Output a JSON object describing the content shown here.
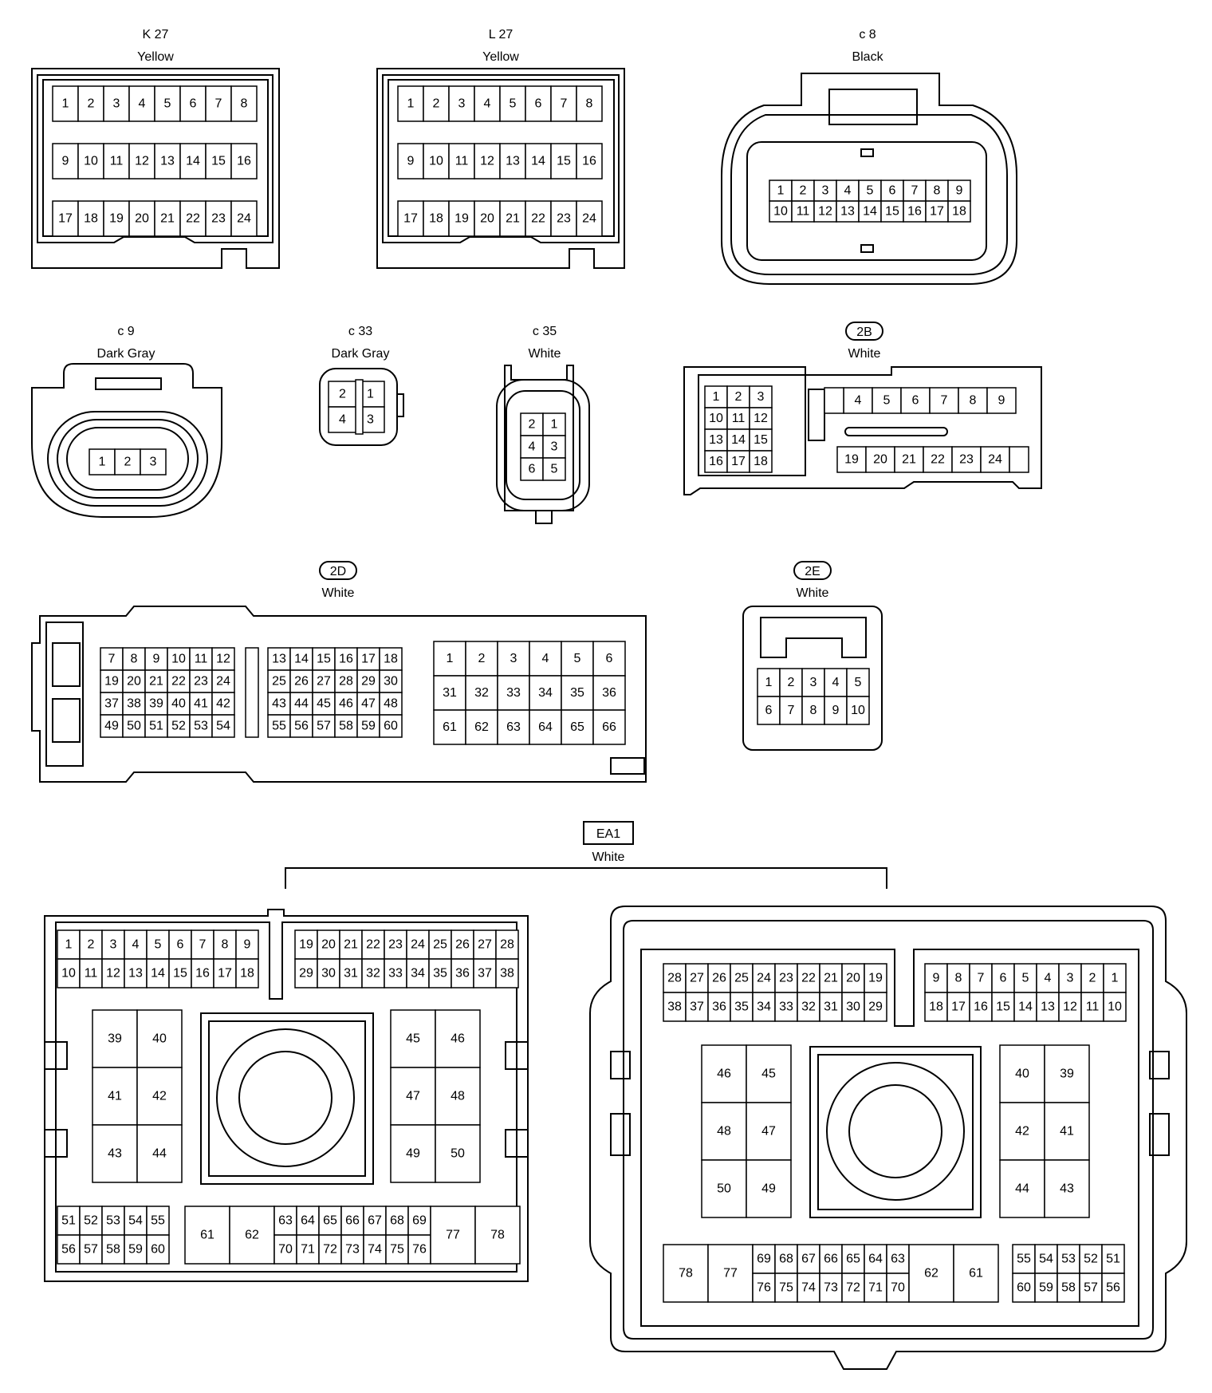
{
  "connectors": {
    "k27": {
      "code": "K 27",
      "color": "Yellow"
    },
    "l27": {
      "code": "L 27",
      "color": "Yellow"
    },
    "c8": {
      "code": "c 8",
      "color": "Black"
    },
    "c9": {
      "code": "c 9",
      "color": "Dark Gray"
    },
    "c33": {
      "code": "c 33",
      "color": "Dark Gray"
    },
    "c35": {
      "code": "c 35",
      "color": "White"
    },
    "2b": {
      "code": "2B",
      "color": "White"
    },
    "2d": {
      "code": "2D",
      "color": "White"
    },
    "2e": {
      "code": "2E",
      "color": "White"
    },
    "ea1": {
      "code": "EA1",
      "color": "White"
    }
  },
  "pins": {
    "k27": [
      [
        "1",
        "2",
        "3",
        "4",
        "5",
        "6",
        "7",
        "8"
      ],
      [
        "9",
        "10",
        "11",
        "12",
        "13",
        "14",
        "15",
        "16"
      ],
      [
        "17",
        "18",
        "19",
        "20",
        "21",
        "22",
        "23",
        "24"
      ]
    ],
    "l27": [
      [
        "1",
        "2",
        "3",
        "4",
        "5",
        "6",
        "7",
        "8"
      ],
      [
        "9",
        "10",
        "11",
        "12",
        "13",
        "14",
        "15",
        "16"
      ],
      [
        "17",
        "18",
        "19",
        "20",
        "21",
        "22",
        "23",
        "24"
      ]
    ],
    "c8": [
      [
        "1",
        "2",
        "3",
        "4",
        "5",
        "6",
        "7",
        "8",
        "9"
      ],
      [
        "10",
        "11",
        "12",
        "13",
        "14",
        "15",
        "16",
        "17",
        "18"
      ]
    ],
    "c9": [
      [
        "1",
        "2",
        "3"
      ]
    ],
    "c33": [
      [
        "2",
        "1"
      ],
      [
        "4",
        "3"
      ]
    ],
    "c35": [
      [
        "2",
        "1"
      ],
      [
        "4",
        "3"
      ],
      [
        "6",
        "5"
      ]
    ],
    "b2_left": [
      [
        "1",
        "2",
        "3"
      ],
      [
        "10",
        "11",
        "12"
      ],
      [
        "13",
        "14",
        "15"
      ],
      [
        "16",
        "17",
        "18"
      ]
    ],
    "b2_top": [
      [
        "4",
        "5",
        "6",
        "7",
        "8",
        "9"
      ]
    ],
    "b2_bottom": [
      [
        "19",
        "20",
        "21",
        "22",
        "23",
        "24"
      ]
    ],
    "d2_a": [
      [
        "7",
        "8",
        "9",
        "10",
        "11",
        "12"
      ],
      [
        "19",
        "20",
        "21",
        "22",
        "23",
        "24"
      ],
      [
        "37",
        "38",
        "39",
        "40",
        "41",
        "42"
      ],
      [
        "49",
        "50",
        "51",
        "52",
        "53",
        "54"
      ]
    ],
    "d2_b": [
      [
        "13",
        "14",
        "15",
        "16",
        "17",
        "18"
      ],
      [
        "25",
        "26",
        "27",
        "28",
        "29",
        "30"
      ],
      [
        "43",
        "44",
        "45",
        "46",
        "47",
        "48"
      ],
      [
        "55",
        "56",
        "57",
        "58",
        "59",
        "60"
      ]
    ],
    "d2_c": [
      [
        "1",
        "2",
        "3",
        "4",
        "5",
        "6"
      ],
      [
        "31",
        "32",
        "33",
        "34",
        "35",
        "36"
      ],
      [
        "61",
        "62",
        "63",
        "64",
        "65",
        "66"
      ]
    ],
    "e2": [
      [
        "1",
        "2",
        "3",
        "4",
        "5"
      ],
      [
        "6",
        "7",
        "8",
        "9",
        "10"
      ]
    ],
    "ea1_l_top1": [
      [
        "1",
        "2",
        "3",
        "4",
        "5",
        "6",
        "7",
        "8",
        "9"
      ],
      [
        "10",
        "11",
        "12",
        "13",
        "14",
        "15",
        "16",
        "17",
        "18"
      ]
    ],
    "ea1_l_top2": [
      [
        "19",
        "20",
        "21",
        "22",
        "23",
        "24",
        "25",
        "26",
        "27",
        "28"
      ],
      [
        "29",
        "30",
        "31",
        "32",
        "33",
        "34",
        "35",
        "36",
        "37",
        "38"
      ]
    ],
    "ea1_l_mid1": [
      [
        "39",
        "40"
      ],
      [
        "41",
        "42"
      ],
      [
        "43",
        "44"
      ]
    ],
    "ea1_l_mid2": [
      [
        "45",
        "46"
      ],
      [
        "47",
        "48"
      ],
      [
        "49",
        "50"
      ]
    ],
    "ea1_l_bot1": [
      [
        "51",
        "52",
        "53",
        "54",
        "55"
      ],
      [
        "56",
        "57",
        "58",
        "59",
        "60"
      ]
    ],
    "ea1_l_bot2a": [
      [
        "61",
        "62"
      ]
    ],
    "ea1_l_bot2b": [
      [
        "63",
        "64",
        "65",
        "66",
        "67",
        "68",
        "69"
      ],
      [
        "70",
        "71",
        "72",
        "73",
        "74",
        "75",
        "76"
      ]
    ],
    "ea1_l_bot2c": [
      [
        "77",
        "78"
      ]
    ],
    "ea1_r_top1": [
      [
        "28",
        "27",
        "26",
        "25",
        "24",
        "23",
        "22",
        "21",
        "20",
        "19"
      ],
      [
        "38",
        "37",
        "36",
        "35",
        "34",
        "33",
        "32",
        "31",
        "30",
        "29"
      ]
    ],
    "ea1_r_top2": [
      [
        "9",
        "8",
        "7",
        "6",
        "5",
        "4",
        "3",
        "2",
        "1"
      ],
      [
        "18",
        "17",
        "16",
        "15",
        "14",
        "13",
        "12",
        "11",
        "10"
      ]
    ],
    "ea1_r_mid1": [
      [
        "46",
        "45"
      ],
      [
        "48",
        "47"
      ],
      [
        "50",
        "49"
      ]
    ],
    "ea1_r_mid2": [
      [
        "40",
        "39"
      ],
      [
        "42",
        "41"
      ],
      [
        "44",
        "43"
      ]
    ],
    "ea1_r_bot1a": [
      [
        "78",
        "77"
      ]
    ],
    "ea1_r_bot1b": [
      [
        "69",
        "68",
        "67",
        "66",
        "65",
        "64",
        "63"
      ],
      [
        "76",
        "75",
        "74",
        "73",
        "72",
        "71",
        "70"
      ]
    ],
    "ea1_r_bot1c": [
      [
        "62",
        "61"
      ]
    ],
    "ea1_r_bot2": [
      [
        "55",
        "54",
        "53",
        "52",
        "51"
      ],
      [
        "60",
        "59",
        "58",
        "57",
        "56"
      ]
    ]
  }
}
